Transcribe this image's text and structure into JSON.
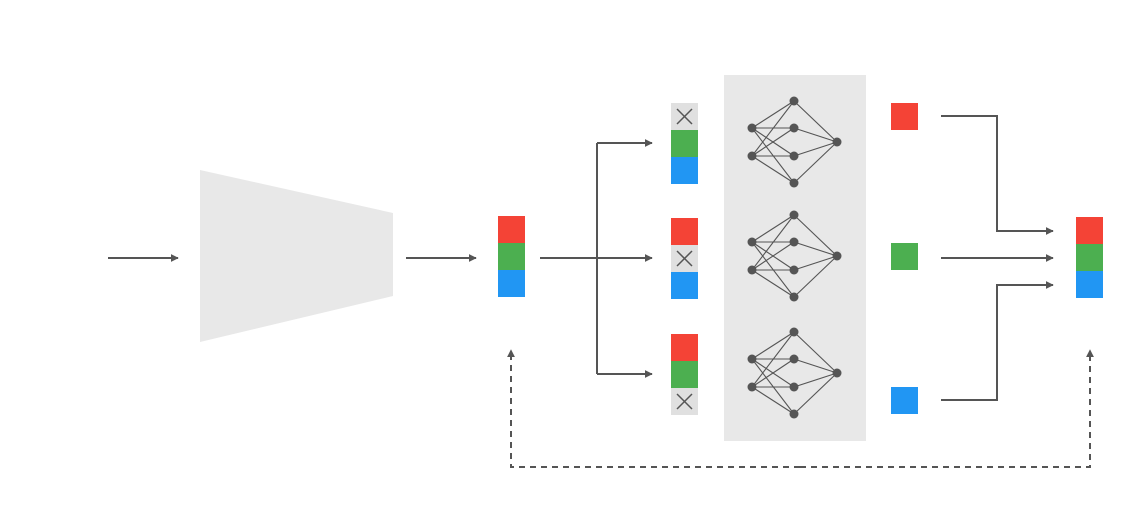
{
  "colors": {
    "red": "#f44336",
    "green": "#4caf50",
    "blue": "#2196f3",
    "masked": "#e0e0e0",
    "panel": "#e8e8e8",
    "encoder": "#e8e8e8",
    "line": "#555555"
  },
  "icons": {
    "mask": "cross-icon",
    "network": "neural-network-icon",
    "arrow": "arrow-icon"
  },
  "features": {
    "latent": [
      "red",
      "green",
      "blue"
    ],
    "branches": [
      {
        "cells": [
          "masked",
          "green",
          "blue"
        ],
        "output": "red"
      },
      {
        "cells": [
          "red",
          "masked",
          "blue"
        ],
        "output": "green"
      },
      {
        "cells": [
          "red",
          "green",
          "masked"
        ],
        "output": "blue"
      }
    ],
    "reconstructed": [
      "red",
      "green",
      "blue"
    ]
  },
  "network": {
    "layers": [
      2,
      4,
      1
    ]
  }
}
